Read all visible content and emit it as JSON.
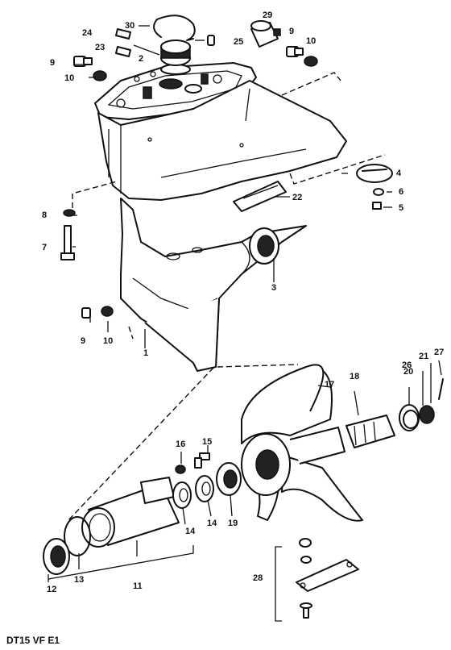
{
  "caption": "DT15 VF E1",
  "callouts": [
    {
      "id": "c1",
      "text": "1"
    },
    {
      "id": "c2",
      "text": "2"
    },
    {
      "id": "c3",
      "text": "3"
    },
    {
      "id": "c4",
      "text": "4"
    },
    {
      "id": "c5",
      "text": "5"
    },
    {
      "id": "c6",
      "text": "6"
    },
    {
      "id": "c7",
      "text": "7"
    },
    {
      "id": "c8",
      "text": "8"
    },
    {
      "id": "c9a",
      "text": "9"
    },
    {
      "id": "c9b",
      "text": "9"
    },
    {
      "id": "c9c",
      "text": "9"
    },
    {
      "id": "c10a",
      "text": "10"
    },
    {
      "id": "c10b",
      "text": "10"
    },
    {
      "id": "c10c",
      "text": "10"
    },
    {
      "id": "c11",
      "text": "11"
    },
    {
      "id": "c12",
      "text": "12"
    },
    {
      "id": "c13",
      "text": "13"
    },
    {
      "id": "c14a",
      "text": "14"
    },
    {
      "id": "c14b",
      "text": "14"
    },
    {
      "id": "c15",
      "text": "15"
    },
    {
      "id": "c16",
      "text": "16"
    },
    {
      "id": "c17",
      "text": "17"
    },
    {
      "id": "c18",
      "text": "18"
    },
    {
      "id": "c19",
      "text": "19"
    },
    {
      "id": "c20",
      "text": "20"
    },
    {
      "id": "c21",
      "text": "21"
    },
    {
      "id": "c22",
      "text": "22"
    },
    {
      "id": "c23",
      "text": "23"
    },
    {
      "id": "c24",
      "text": "24"
    },
    {
      "id": "c25",
      "text": "25"
    },
    {
      "id": "c26",
      "text": "26"
    },
    {
      "id": "c27",
      "text": "27"
    },
    {
      "id": "c28",
      "text": "28"
    },
    {
      "id": "c29",
      "text": "29"
    },
    {
      "id": "c30",
      "text": "30"
    }
  ]
}
